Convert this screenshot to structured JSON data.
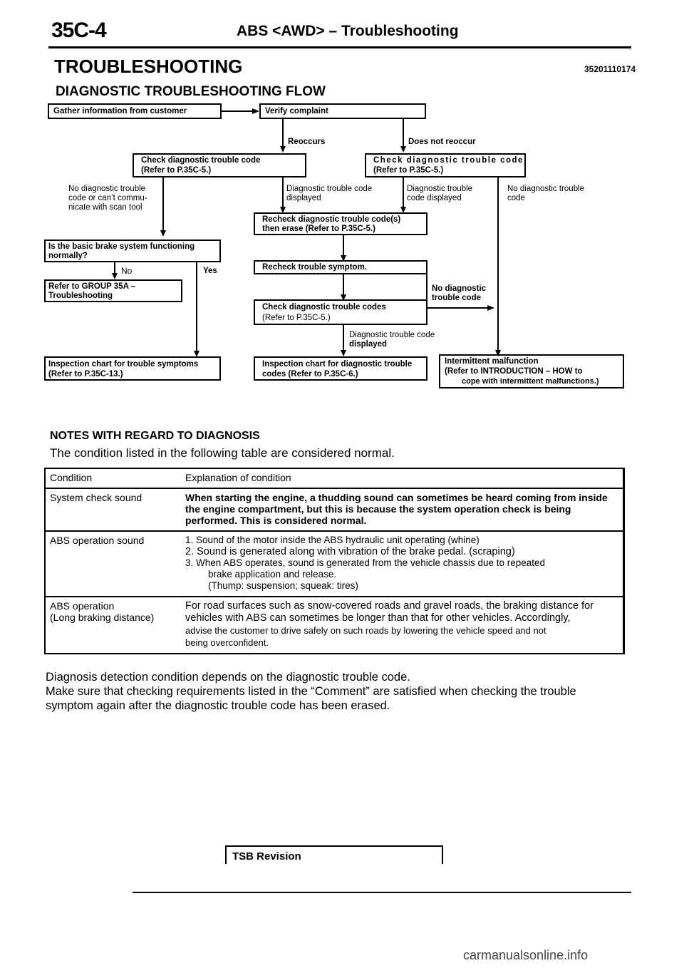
{
  "header": {
    "page_code": "35C-4",
    "running_title": "ABS <AWD> – Troubleshooting",
    "main_title": "TROUBLESHOOTING",
    "ref_number": "35201110174",
    "sub_title": "DIAGNOSTIC TROUBLESHOOTING FLOW"
  },
  "flow": {
    "gather": "Gather information from customer",
    "verify": "Verify complaint",
    "reoccurs": "Reoccurs",
    "does_not_reoccur": "Does not reoccur",
    "check_dtc_left_1": "Check diagnostic trouble code",
    "check_dtc_left_2": "(Refer to P.35C-5.)",
    "check_dtc_right_1": "Check diagnostic trouble code",
    "check_dtc_right_2": "(Refer to P.35C-5.)",
    "no_dtc_comm_1": "No diagnostic trouble",
    "no_dtc_comm_2": "code or can’t commu-",
    "no_dtc_comm_3": "nicate with scan tool",
    "dtc_displayed_1": "Diagnostic trouble code",
    "dtc_displayed_2": "displayed",
    "dtc_displayed_r_1": "Diagnostic trouble",
    "dtc_displayed_r_2": "code displayed",
    "no_dtc_r_1": "No diagnostic trouble",
    "no_dtc_r_2": "code",
    "recheck_erase_1": "Recheck diagnostic trouble code(s)",
    "recheck_erase_2": "then erase (Refer to P.35C-5.)",
    "basic_brake_1": "Is the basic brake system functioning",
    "basic_brake_2": "normally?",
    "no": "No",
    "yes": "Yes",
    "refer_group_1": "Refer to GROUP 35A –",
    "refer_group_2": "Troubleshooting",
    "recheck_symptom": "Recheck trouble symptom.",
    "no_dtc_mid_1": "No diagnostic",
    "no_dtc_mid_2": "trouble code",
    "check_dtcs_1": "Check diagnostic trouble codes",
    "check_dtcs_2": "(Refer to P.35C-5.)",
    "dtc_disp_low_1": "Diagnostic trouble code",
    "dtc_disp_low_2": "displayed",
    "insp_symptoms_1": "Inspection chart for trouble symptoms",
    "insp_symptoms_2": "(Refer to P.35C-13.)",
    "insp_codes_1": "Inspection chart for diagnostic trouble",
    "insp_codes_2": "codes (Refer to P.35C-6.)",
    "intermittent_1": "Intermittent malfunction",
    "intermittent_2": "(Refer to INTRODUCTION – HOW to",
    "intermittent_3": "cope with intermittent malfunctions.)"
  },
  "notes": {
    "title": "NOTES WITH REGARD TO DIAGNOSIS",
    "intro": "The condition listed in the following table are considered normal.",
    "headers": [
      "Condition",
      "Explanation of condition"
    ],
    "row1": {
      "condition": "System check sound",
      "line1": "When starting the engine, a thudding sound can sometimes be heard coming from inside",
      "line2": "the engine compartment, but this is because the system operation check is being",
      "line3": "performed. This is considered normal."
    },
    "row2": {
      "condition": "ABS operation sound",
      "line1": "1. Sound of the motor inside the ABS hydraulic unit operating (whine)",
      "line2": "2. Sound is generated along with vibration of the brake pedal. (scraping)",
      "line3": "3. When ABS operates, sound is generated from the vehicle chassis due to repeated",
      "line4": "brake application and release.",
      "line5": "(Thump: suspension; squeak: tires)"
    },
    "row3": {
      "condition_1": "ABS operation",
      "condition_2": "(Long braking distance)",
      "line1": "For road surfaces such as snow-covered roads and gravel roads, the braking distance for",
      "line2": "vehicles with ABS can sometimes be longer than that for other vehicles. Accordingly,",
      "line3": "advise the customer to drive safely on such roads by lowering the vehicle speed and not",
      "line4": "being overconfident."
    }
  },
  "diagnosis": {
    "para1": "Diagnosis detection condition depends on the diagnostic trouble code.",
    "para2": "Make sure that checking requirements listed in the “Comment” are satisfied when checking the trouble",
    "para3": "symptom again after the diagnostic trouble code has been erased."
  },
  "footer": {
    "tsb": "TSB Revision",
    "watermark": "carmanualsonline.info"
  }
}
